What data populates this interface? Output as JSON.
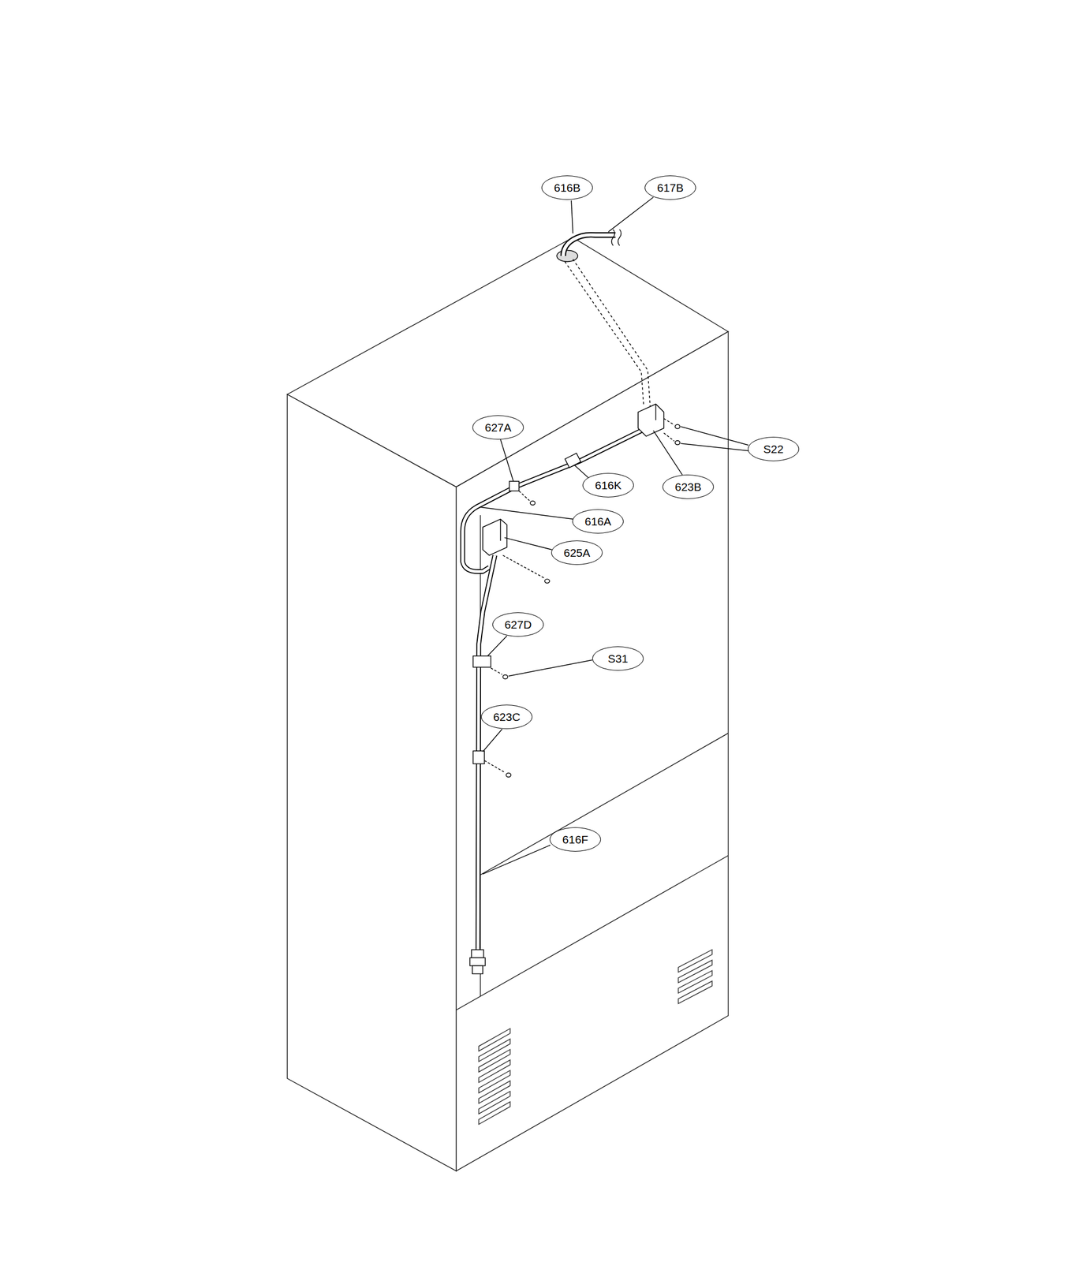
{
  "diagram": {
    "nodes": [
      {
        "text": [
          "616B"
        ]
      },
      {
        "text": [
          "617B"
        ]
      },
      {
        "text": [
          "627A"
        ]
      },
      {
        "text": [
          "S22"
        ]
      },
      {
        "text": [
          "616K"
        ]
      },
      {
        "text": [
          "623B"
        ]
      },
      {
        "text": [
          "616A"
        ]
      },
      {
        "text": [
          "625A"
        ]
      },
      {
        "text": [
          "627D"
        ]
      },
      {
        "text": [
          "S31"
        ]
      },
      {
        "text": [
          "623C"
        ]
      },
      {
        "text": [
          "616F"
        ]
      }
    ]
  }
}
